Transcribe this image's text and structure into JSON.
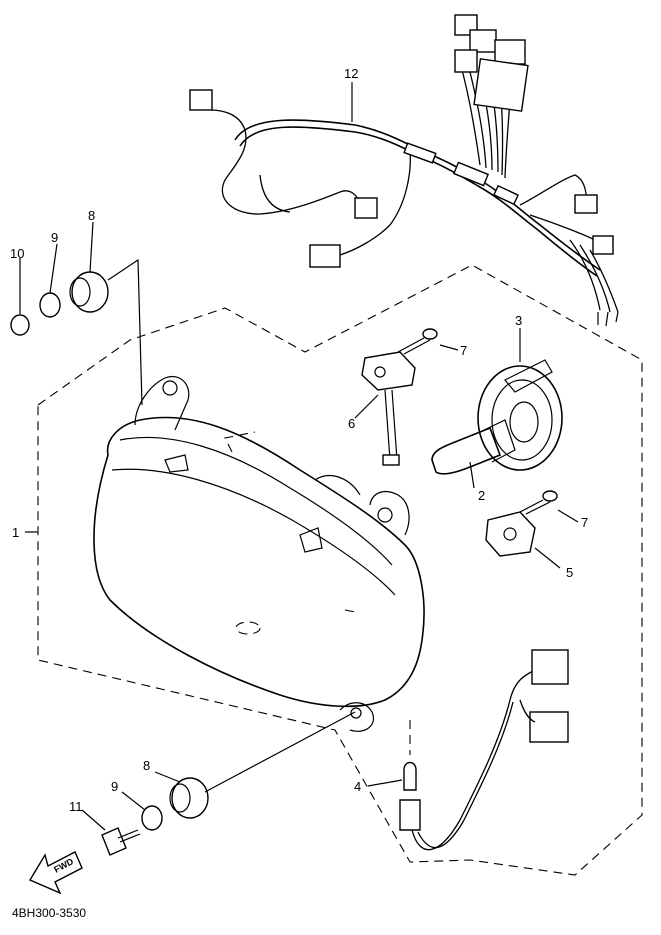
{
  "diagram": {
    "reference_code": "4BH300-3530",
    "fwd_label": "FWD",
    "callouts": {
      "c1": "1",
      "c2": "2",
      "c3": "3",
      "c4": "4",
      "c5": "5",
      "c6": "6",
      "c7a": "7",
      "c7b": "7",
      "c8a": "8",
      "c8b": "8",
      "c9a": "9",
      "c9b": "9",
      "c10": "10",
      "c11": "11",
      "c12": "12"
    }
  }
}
